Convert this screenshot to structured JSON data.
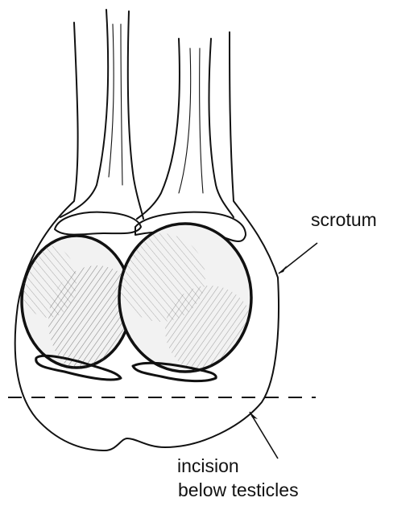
{
  "diagram": {
    "labels": {
      "scrotum": "scrotum",
      "incision_line1": "incision",
      "incision_line2": "below testicles"
    },
    "colors": {
      "ink": "#111111",
      "paper": "#ffffff",
      "testicle_fill": "#f2f2f2",
      "hatch": "#555555"
    }
  }
}
